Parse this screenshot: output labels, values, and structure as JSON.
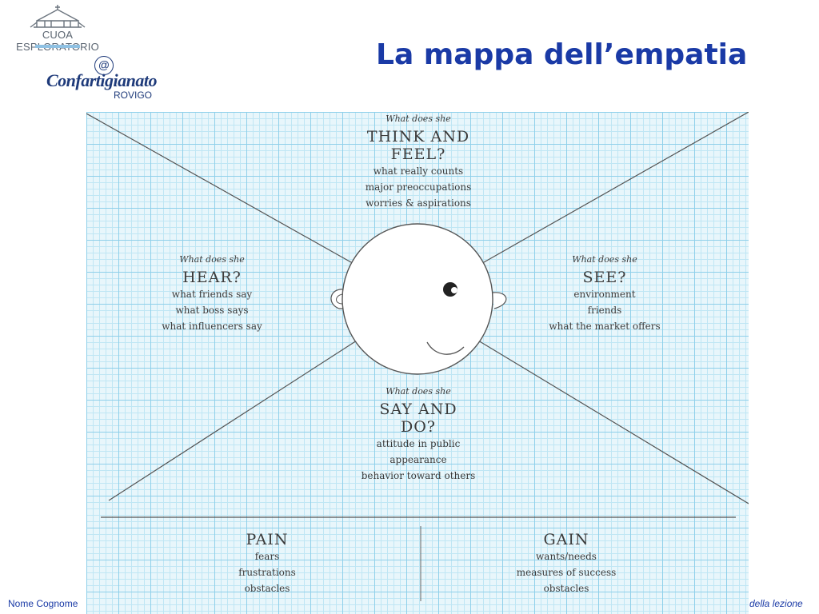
{
  "header": {
    "cuoa_logo_text": "CUOA ESPLORATORIO",
    "conf_logo_name": "Confartigianato",
    "conf_logo_city": "ROVIGO",
    "title": "La mappa dell’empatia"
  },
  "diagram": {
    "think_feel": {
      "intro": "What does she",
      "heading_1": "THINK AND",
      "heading_2": "FEEL?",
      "items": [
        "what really counts",
        "major preoccupations",
        "worries & aspirations"
      ]
    },
    "hear": {
      "intro": "What does she",
      "heading": "HEAR?",
      "items": [
        "what friends say",
        "what boss says",
        "what influencers say"
      ]
    },
    "see": {
      "intro": "What does she",
      "heading": "SEE?",
      "items": [
        "environment",
        "friends",
        "what the market offers"
      ]
    },
    "say_do": {
      "intro": "What does she",
      "heading_1": "SAY AND",
      "heading_2": "DO?",
      "items": [
        "attitude in public",
        "appearance",
        "behavior toward others"
      ]
    },
    "pain": {
      "heading": "PAIN",
      "items": [
        "fears",
        "frustrations",
        "obstacles"
      ]
    },
    "gain": {
      "heading": "GAIN",
      "items": [
        "wants/needs",
        "measures of success",
        "obstacles"
      ]
    }
  },
  "footer": {
    "left": "Nome Cognome",
    "right": "della lezione"
  },
  "colors": {
    "title": "#1a3aa6",
    "grid_major": "#8fd0ea",
    "grid_minor": "#bfe6f4",
    "paper": "#e8f6fb",
    "ink": "#3b3b3b"
  }
}
